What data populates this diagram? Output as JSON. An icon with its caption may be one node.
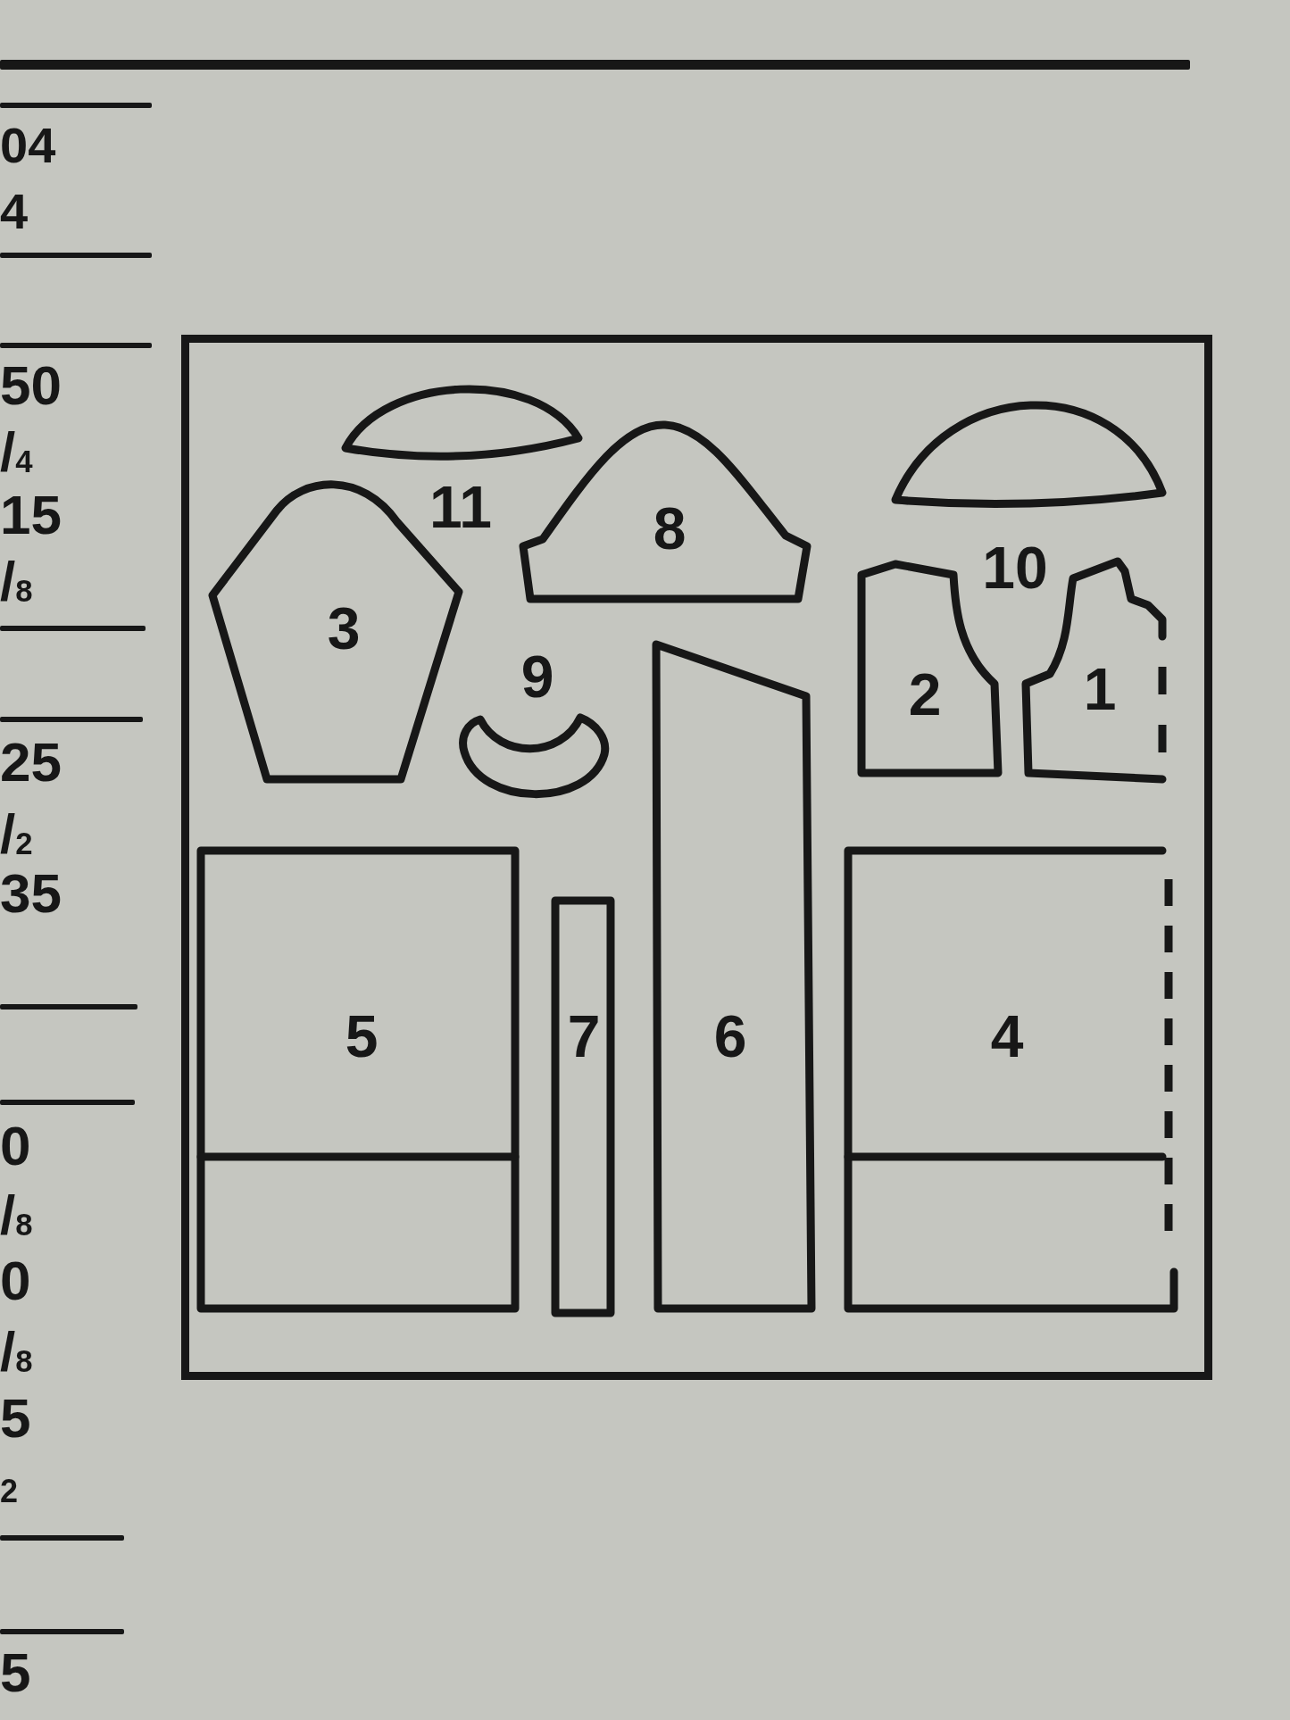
{
  "diagram": {
    "nodes": [
      {
        "text": [],
        "shape": "box"
      },
      {
        "text": [
          "11"
        ],
        "in": 0
      },
      {
        "text": [
          "8"
        ],
        "in": 0
      },
      {
        "text": [
          "10"
        ],
        "in": 0
      },
      {
        "text": [
          "3"
        ],
        "in": 0
      },
      {
        "text": [
          "9"
        ],
        "in": 0
      },
      {
        "text": [
          "2"
        ],
        "in": 0
      },
      {
        "text": [
          "1"
        ],
        "in": 0
      },
      {
        "text": [
          "5"
        ],
        "in": 0
      },
      {
        "text": [
          "7"
        ],
        "in": 0
      },
      {
        "text": [
          "6"
        ],
        "in": 0
      },
      {
        "text": [
          "4"
        ],
        "in": 0
      }
    ],
    "labels": [
      "04",
      "4",
      "50",
      "/$_{4}$",
      "15",
      "/$_{8}$",
      "25",
      "/$_{2}$",
      "35",
      "0",
      "/$_{8}$",
      "0",
      "/$_{8}$",
      "5",
      "2",
      "5"
    ]
  }
}
